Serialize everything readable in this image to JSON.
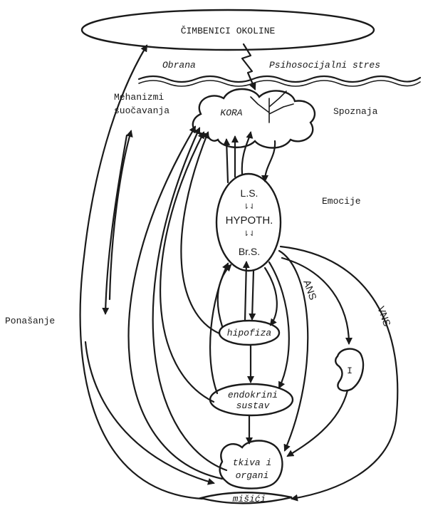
{
  "environment": {
    "label": "ČIMBENICI OKOLINE"
  },
  "defense": {
    "label": "Obrana"
  },
  "stress": {
    "label": "Psihosocijalni stres"
  },
  "coping": {
    "line1": "Mehanizmi",
    "line2": "suočavanja"
  },
  "cortex": {
    "label": "KORA"
  },
  "cognition": {
    "label": "Spoznaja"
  },
  "emotions": {
    "label": "Emocije"
  },
  "brain_axis": {
    "ls": "L.S.",
    "sep1": "⇂⇃",
    "hypoth": "HYPOTH.",
    "sep2": "⇂⇃",
    "brs": "Br.S."
  },
  "behavior": {
    "label": "Ponašanje"
  },
  "ans": {
    "label": "ANS"
  },
  "vns": {
    "label": "VNS"
  },
  "pituitary": {
    "label": "hipofiza"
  },
  "endocrine": {
    "line1": "endokrini",
    "line2": "sustav"
  },
  "organ_i": {
    "label": "I"
  },
  "tissues": {
    "line1": "tkiva i",
    "line2": "organi"
  },
  "muscles": {
    "label": "mišići"
  },
  "colors": {
    "ink": "#1a1a1a",
    "background": "#ffffff"
  }
}
